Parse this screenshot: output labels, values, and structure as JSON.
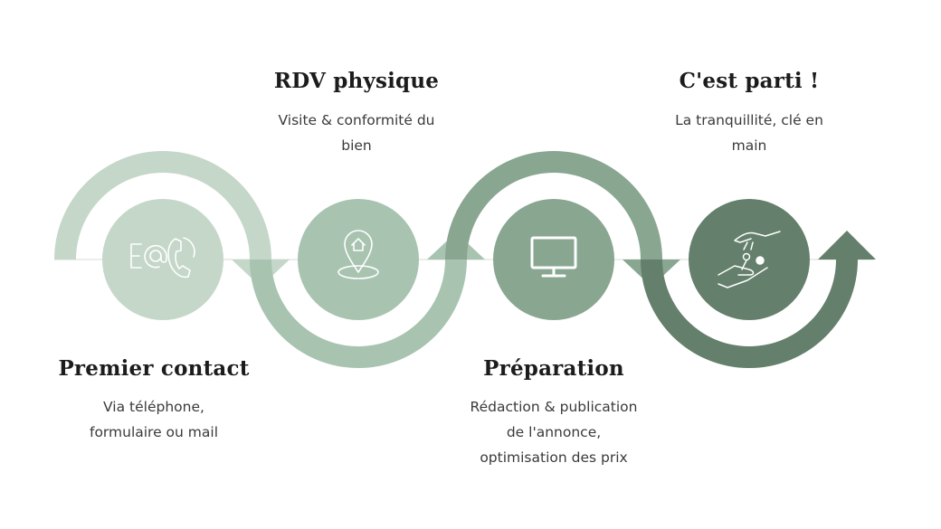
{
  "colors": {
    "step1": "#c4d7c9",
    "step2": "#a8c3b0",
    "step3": "#89a691",
    "step4": "#647f6b",
    "track": "#e3e8e4"
  },
  "steps": [
    {
      "title": "Premier contact",
      "desc": [
        "Via téléphone,",
        "formulaire ou mail"
      ],
      "icon": "contact-icon"
    },
    {
      "title": "RDV physique",
      "desc": [
        "Visite & conformité du",
        "bien"
      ],
      "icon": "location-home-icon"
    },
    {
      "title": "Préparation",
      "desc": [
        "Rédaction & publication",
        "de l'annonce,",
        "optimisation des prix"
      ],
      "icon": "monitor-icon"
    },
    {
      "title": "C'est parti !",
      "desc": [
        "La tranquillité, clé en",
        "main"
      ],
      "icon": "key-handover-icon"
    }
  ]
}
